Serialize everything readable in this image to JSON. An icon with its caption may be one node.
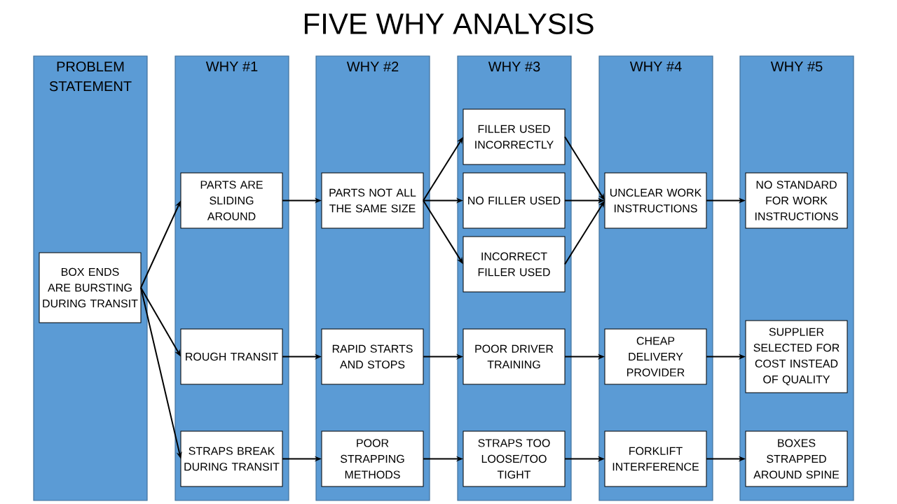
{
  "diagram": {
    "title": "FIVE WHY ANALYSIS",
    "nodes": [
      {
        "text": [
          "PROBLEM STATEMENT"
        ]
      },
      {
        "text": [
          "BOX ENDS ARE BURSTING DURING TRANSIT"
        ],
        "in": 0
      },
      {
        "text": [
          "WHY #1"
        ]
      },
      {
        "text": [
          "PARTS ARE SLIDING AROUND"
        ],
        "in": 2
      },
      {
        "text": [
          "ROUGH TRANSIT"
        ],
        "in": 2
      },
      {
        "text": [
          "STRAPS BREAK DURING TRANSIT"
        ],
        "in": 2
      },
      {
        "text": [
          "WHY #2"
        ]
      },
      {
        "text": [
          "PARTS NOT ALL THE SAME SIZE"
        ],
        "in": 6
      },
      {
        "text": [
          "RAPID STARTS AND STOPS"
        ],
        "in": 6
      },
      {
        "text": [
          "POOR STRAPPING METHODS"
        ],
        "in": 6
      },
      {
        "text": [
          "WHY #3"
        ]
      },
      {
        "text": [
          "FILLER USED INCORRECTLY"
        ],
        "in": 10
      },
      {
        "text": [
          "NO FILLER USED"
        ],
        "in": 10
      },
      {
        "text": [
          "INCORRECT FILLER USED"
        ],
        "in": 10
      },
      {
        "text": [
          "POOR DRIVER TRAINING"
        ],
        "in": 10
      },
      {
        "text": [
          "STRAPS TOO LOOSE/TOO TIGHT"
        ],
        "in": 10
      },
      {
        "text": [
          "WHY #4"
        ]
      },
      {
        "text": [
          "UNCLEAR WORK INSTRUCTIONS"
        ],
        "in": 16
      },
      {
        "text": [
          "CHEAP DELIVERY PROVIDER"
        ],
        "in": 16
      },
      {
        "text": [
          "FORKLIFT INTERFERENCE"
        ],
        "in": 16
      },
      {
        "text": [
          "WHY #5"
        ]
      },
      {
        "text": [
          "NO STANDARD FOR WORK INSTRUCTIONS"
        ],
        "in": 20
      },
      {
        "text": [
          "SUPPLIER SELECTED FOR COST INSTEAD OF QUALITY"
        ],
        "in": 20
      },
      {
        "text": [
          "BOXES STRAPPED AROUND SPINE"
        ],
        "in": 20
      }
    ],
    "edges": [
      {
        "from": 1,
        "to": 3,
        "arrow": "to"
      },
      {
        "from": 1,
        "to": 4,
        "arrow": "to"
      },
      {
        "from": 1,
        "to": 5,
        "arrow": "to"
      },
      {
        "from": 3,
        "to": 7,
        "arrow": "to"
      },
      {
        "from": 4,
        "to": 8,
        "arrow": "to"
      },
      {
        "from": 5,
        "to": 9,
        "arrow": "to"
      },
      {
        "from": 7,
        "to": 11,
        "arrow": "to"
      },
      {
        "from": 7,
        "to": 12,
        "arrow": "to"
      },
      {
        "from": 7,
        "to": 13,
        "arrow": "to"
      },
      {
        "from": 8,
        "to": 14,
        "arrow": "to"
      },
      {
        "from": 9,
        "to": 15,
        "arrow": "to"
      },
      {
        "from": 11,
        "to": 17,
        "arrow": "to"
      },
      {
        "from": 12,
        "to": 17,
        "arrow": "to"
      },
      {
        "from": 13,
        "to": 17,
        "arrow": "to"
      },
      {
        "from": 14,
        "to": 18,
        "arrow": "to"
      },
      {
        "from": 15,
        "to": 19,
        "arrow": "to"
      },
      {
        "from": 17,
        "to": 21,
        "arrow": "to"
      },
      {
        "from": 18,
        "to": 22,
        "arrow": "to"
      },
      {
        "from": 19,
        "to": 23,
        "arrow": "to"
      }
    ]
  }
}
